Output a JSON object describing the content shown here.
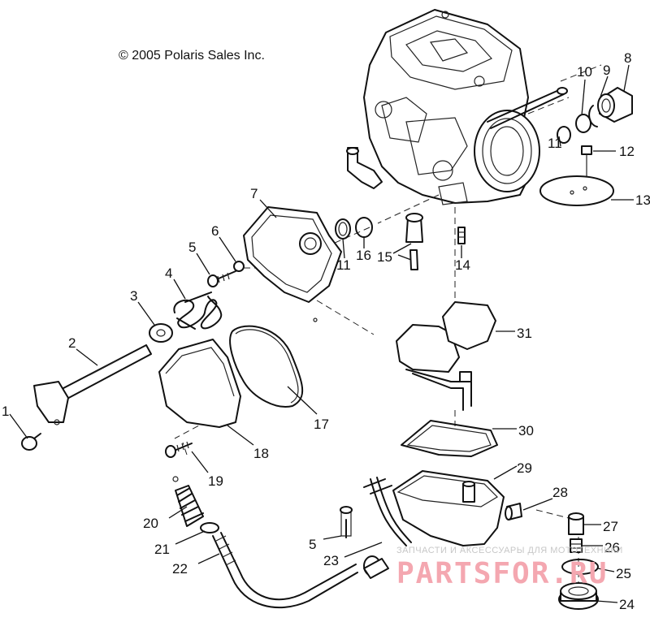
{
  "copyright": "© 2005 Polaris Sales Inc.",
  "watermark": {
    "subtitle": "ЗАПЧАСТИ И АКСЕССУАРЫ ДЛЯ МОТОТЕХНИКИ",
    "brand": "PARTSFOR.RU",
    "brand_color": "#f4a7b0"
  },
  "callouts": [
    "1",
    "2",
    "3",
    "4",
    "5",
    "6",
    "7",
    "8",
    "9",
    "10",
    "11",
    "12",
    "13",
    "14",
    "15",
    "16",
    "11",
    "17",
    "18",
    "19",
    "20",
    "21",
    "22",
    "23",
    "5",
    "24",
    "25",
    "26",
    "27",
    "28",
    "29",
    "30",
    "31"
  ]
}
